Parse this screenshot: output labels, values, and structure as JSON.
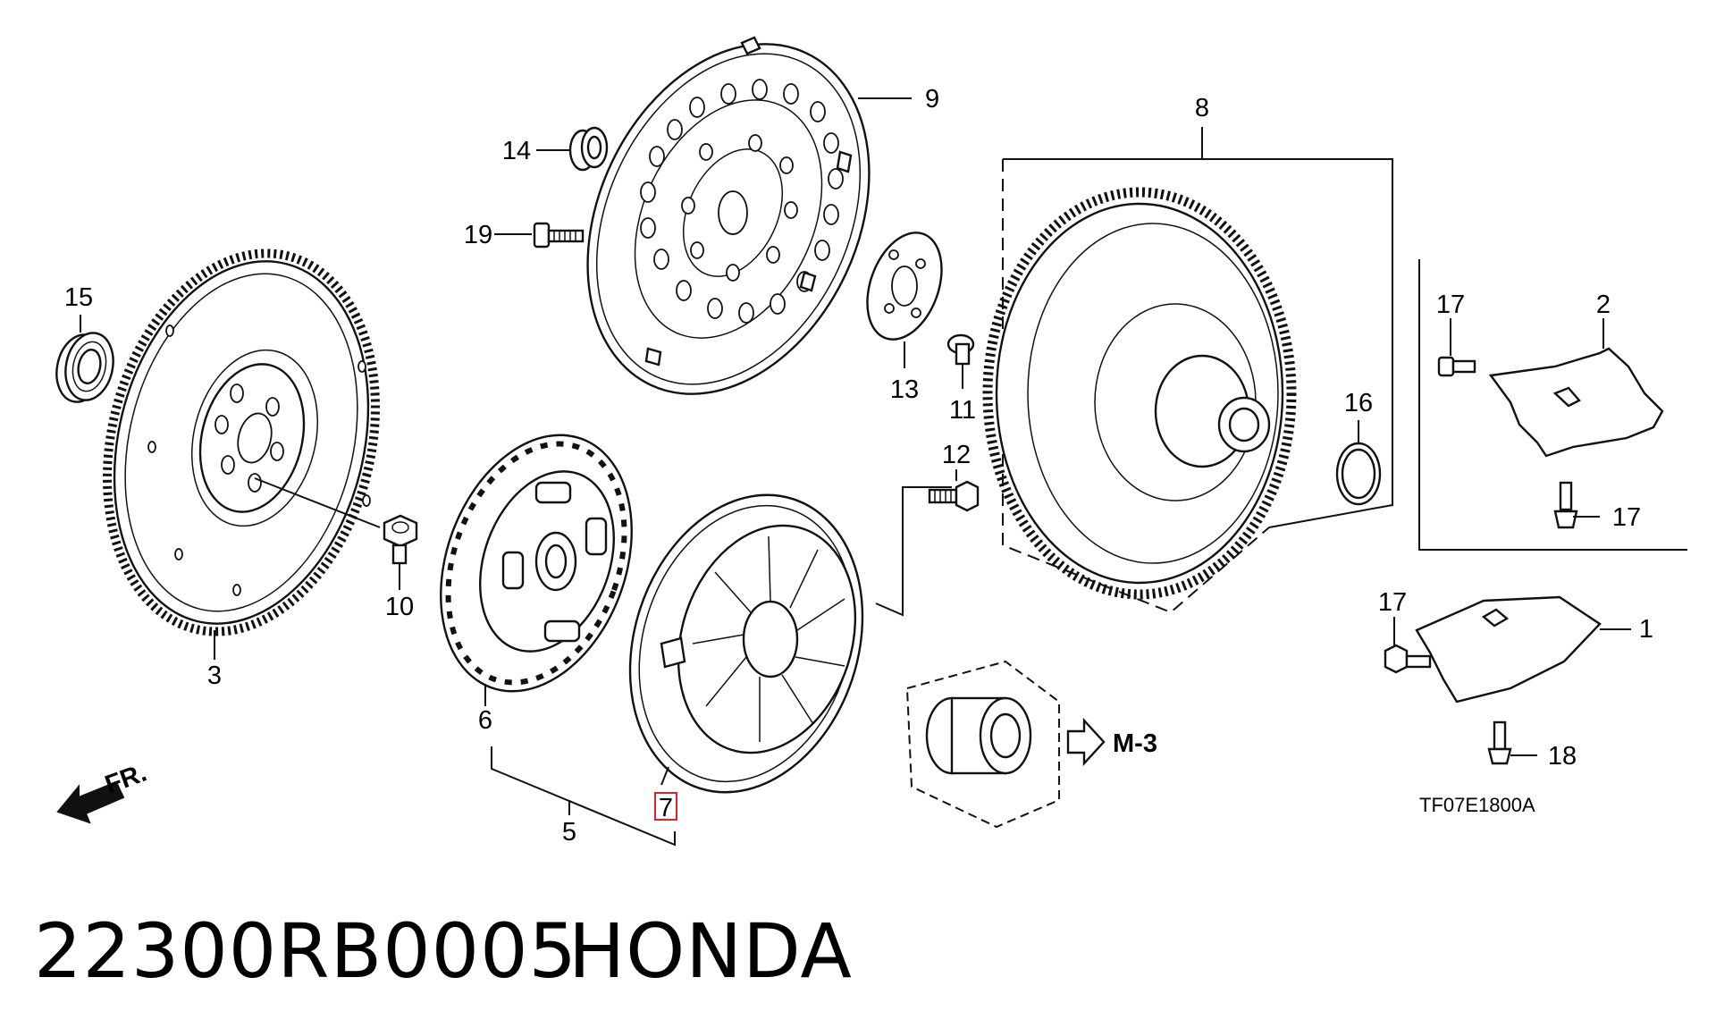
{
  "labels": {
    "p1": "1",
    "p2": "2",
    "p3": "3",
    "p5": "5",
    "p6": "6",
    "p7": "7",
    "p8": "8",
    "p9": "9",
    "p10": "10",
    "p11": "11",
    "p12": "12",
    "p13": "13",
    "p14": "14",
    "p15": "15",
    "p16": "16",
    "p17a": "17",
    "p17b": "17",
    "p17c": "17",
    "p18": "18",
    "p19": "19"
  },
  "reference_label": "M-3",
  "front_label": "FR.",
  "diagram_code": "TF07E1800A",
  "footer": {
    "part_number": "22300RB0005",
    "brand": "HONDA"
  },
  "colors": {
    "highlight": "#e0202a",
    "ink": "#111111"
  }
}
